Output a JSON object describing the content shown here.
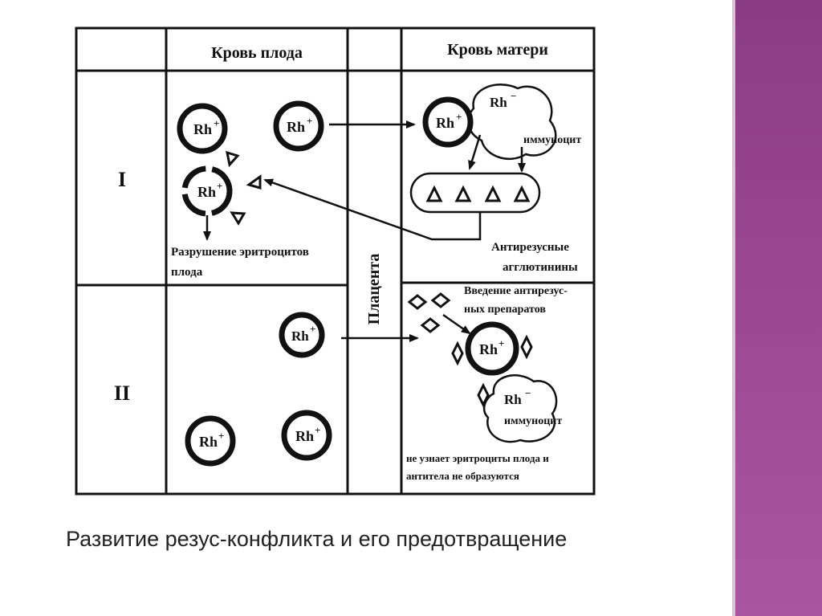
{
  "slide": {
    "caption": "Развитие резус-конфликта и его предотвращение"
  },
  "theme": {
    "accent": "#9a4790",
    "ink": "#111111"
  },
  "diagram": {
    "headers": {
      "fetal_blood": "Кровь плода",
      "maternal_blood": "Кровь матери"
    },
    "placenta_label": "Плацента",
    "rows": {
      "row1": "I",
      "row2": "II"
    },
    "cell_labels": {
      "rh_pos": "Rh",
      "rh_neg": "Rh",
      "plus": "+",
      "minus": "−"
    },
    "row1": {
      "destruction_line1": "Разрушение эритроцитов",
      "destruction_line2": "плода",
      "immunocyte": "иммуноцит",
      "antibodies_line1": "Антирезусные",
      "antibodies_line2": "агглютинины"
    },
    "row2": {
      "drug_line1": "Введение антирезус-",
      "drug_line2": "ных препаратов",
      "immunocyte": "иммуноцит",
      "note_line1": "не узнает эритроциты плода и",
      "note_line2": "антитела не образуются"
    },
    "icons": [
      "arrow-icon",
      "triangle-antibody-icon",
      "diamond-drug-icon",
      "cell-icon"
    ]
  }
}
